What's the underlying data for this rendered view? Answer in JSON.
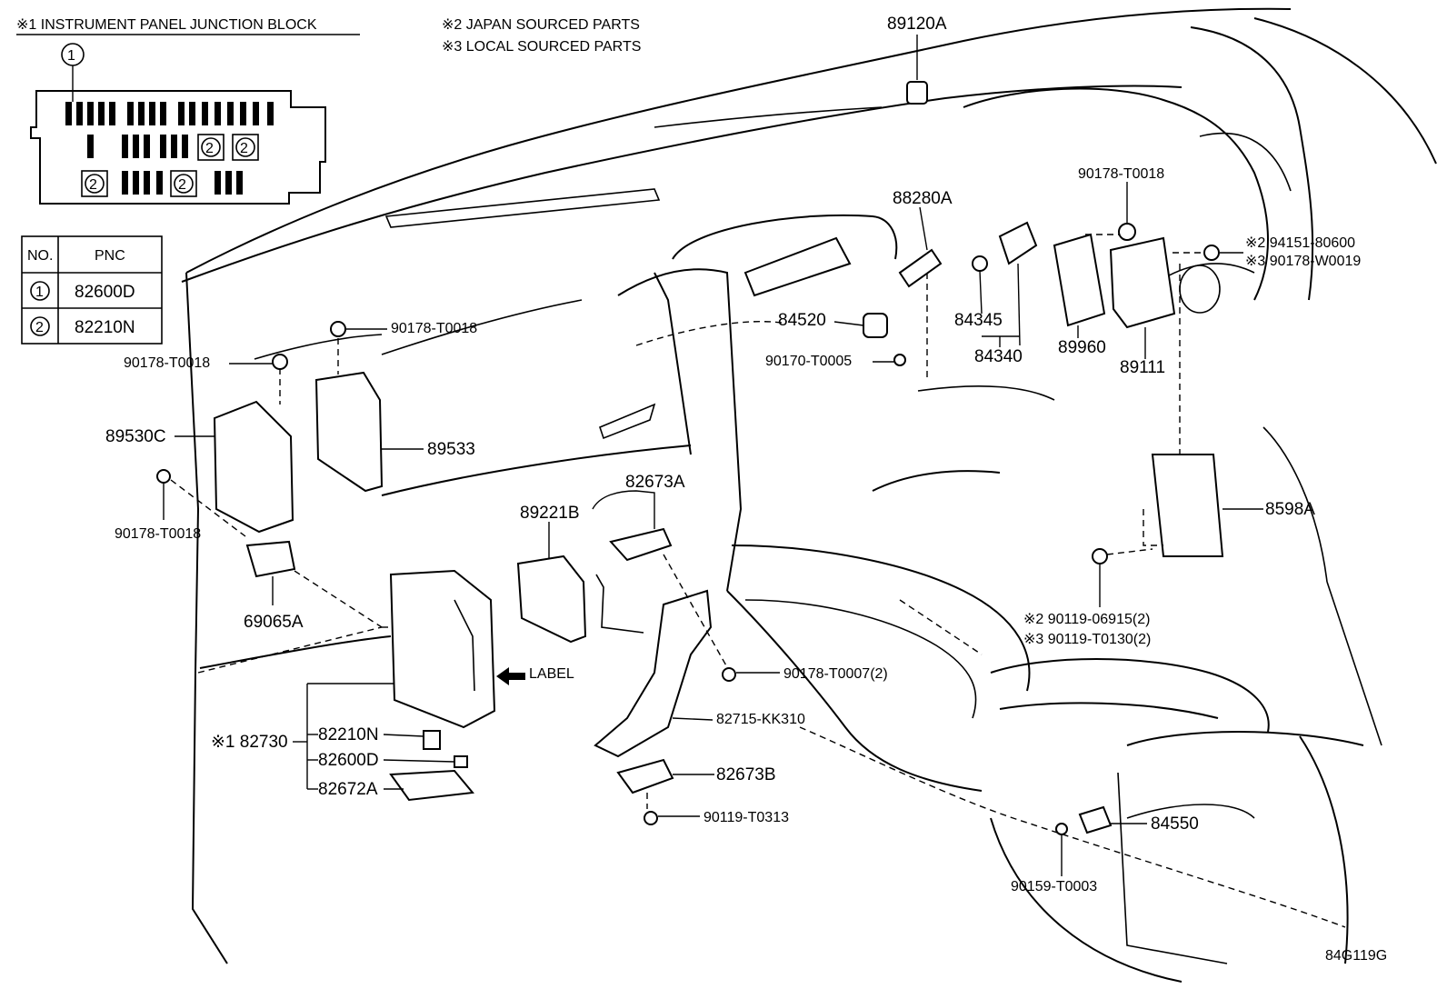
{
  "notes": {
    "note1": "※1 INSTRUMENT PANEL JUNCTION BLOCK",
    "note2": "※2 JAPAN SOURCED PARTS",
    "note3": "※3 LOCAL SOURCED PARTS"
  },
  "junction_block": {
    "callout": "1",
    "fuse_mark": "2"
  },
  "pnc_table": {
    "headers": [
      "NO.",
      "PNC"
    ],
    "rows": [
      {
        "no": "1",
        "pnc": "82600D"
      },
      {
        "no": "2",
        "pnc": "82210N"
      }
    ]
  },
  "parts": {
    "p89120A": "89120A",
    "p88280A": "88280A",
    "p90178_T0018_a": "90178-T0018",
    "p90178_T0018_b": "90178-T0018",
    "p90178_T0018_c": "90178-T0018",
    "p90178_T0018_d": "90178-T0018",
    "p94151_80600": "※2 94151-80600",
    "p90178_W0019": "※3 90178-W0019",
    "p84520": "84520",
    "p90170_T0005": "90170-T0005",
    "p84345": "84345",
    "p84340": "84340",
    "p89960": "89960",
    "p89111": "89111",
    "p89530C": "89530C",
    "p89533": "89533",
    "p82673A": "82673A",
    "p89221B": "89221B",
    "p8598A": "8598A",
    "p69065A": "69065A",
    "p90119_06915": "※2 90119-06915(2)",
    "p90119_T0130": "※3 90119-T0130(2)",
    "label": "LABEL",
    "p90178_T0007": "90178-T0007(2)",
    "p82730": "※1 82730",
    "p82210N": "82210N",
    "p82600D": "82600D",
    "p82672A": "82672A",
    "p82715": "82715-KK310",
    "p82673B": "82673B",
    "p90119_T0313": "90119-T0313",
    "p84550": "84550",
    "p90159_T0003": "90159-T0003"
  },
  "diagram_id": "84G119G"
}
